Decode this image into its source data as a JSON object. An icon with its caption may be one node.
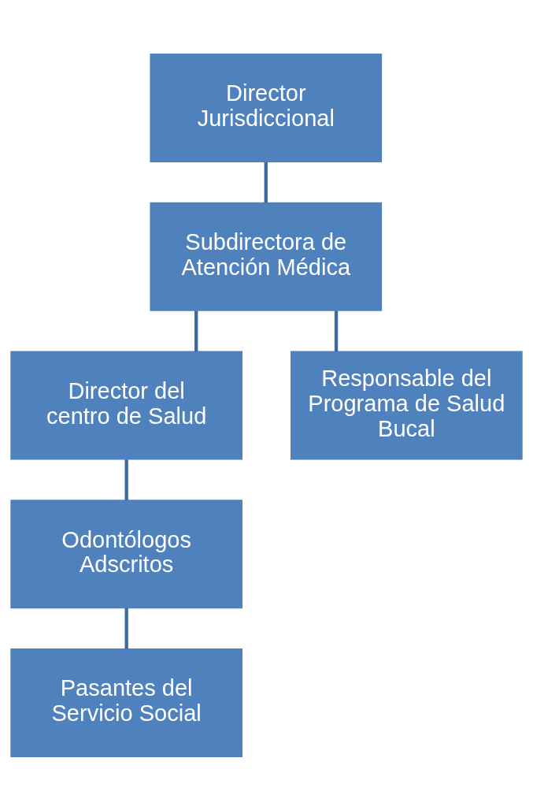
{
  "diagram": {
    "nodes": [
      {
        "text": [
          "Director Jurisdiccional"
        ]
      },
      {
        "text": [
          "Subdirectora de Atención Médica"
        ]
      },
      {
        "text": [
          "Director del centro de Salud"
        ]
      },
      {
        "text": [
          "Responsable del Programa de Salud Bucal"
        ]
      },
      {
        "text": [
          "Odontólogos Adscritos"
        ]
      },
      {
        "text": [
          "Pasantes del Servicio Social"
        ]
      }
    ],
    "edges": [
      {
        "from": 0,
        "to": 1,
        "arrow": "none"
      },
      {
        "from": 1,
        "to": 2,
        "arrow": "none"
      },
      {
        "from": 1,
        "to": 3,
        "arrow": "none"
      },
      {
        "from": 2,
        "to": 4,
        "arrow": "none"
      },
      {
        "from": 4,
        "to": 5,
        "arrow": "none"
      }
    ]
  }
}
